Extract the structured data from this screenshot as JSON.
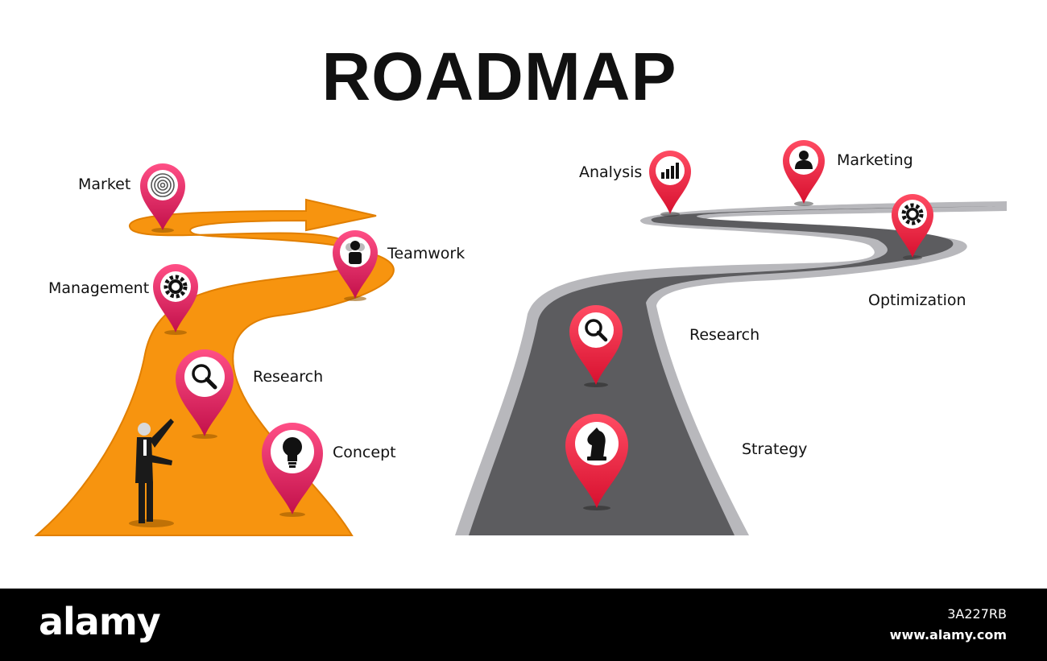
{
  "title": "ROADMAP",
  "left_roadmap": {
    "colors": {
      "road": "#f7940f",
      "road_edge": "#e17f00",
      "pin": "#e8235e"
    },
    "milestones": [
      {
        "label": "Market",
        "icon": "target-icon"
      },
      {
        "label": "Teamwork",
        "icon": "person-icon"
      },
      {
        "label": "Management",
        "icon": "gear-icon"
      },
      {
        "label": "Research",
        "icon": "magnifier-icon"
      },
      {
        "label": "Concept",
        "icon": "lightbulb-icon"
      }
    ]
  },
  "right_roadmap": {
    "colors": {
      "road": "#5c5c5f",
      "road_edge": "#b8b8bc",
      "pin": "#ef2447"
    },
    "milestones": [
      {
        "label": "Analysis",
        "icon": "bar-chart-icon"
      },
      {
        "label": "Marketing",
        "icon": "user-icon"
      },
      {
        "label": "Optimization",
        "icon": "gear-icon"
      },
      {
        "label": "Research",
        "icon": "magnifier-icon"
      },
      {
        "label": "Strategy",
        "icon": "chess-knight-icon"
      }
    ]
  },
  "footer": {
    "brand": "alamy",
    "image_id": "3A227RB",
    "site": "www.alamy.com"
  }
}
